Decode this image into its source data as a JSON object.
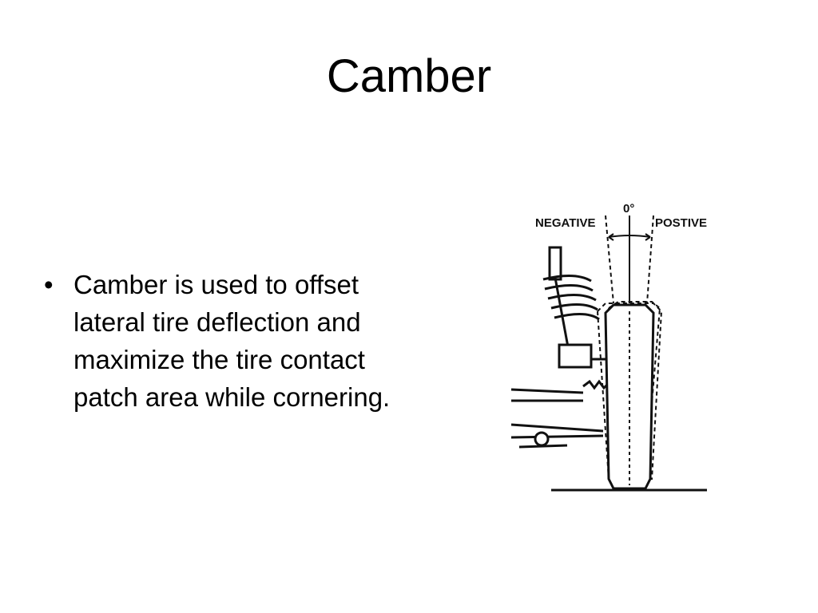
{
  "slide": {
    "title": "Camber",
    "bullets": [
      {
        "marker": "•",
        "lines": [
          "Camber is used to offset",
          "lateral tire deflection and",
          "maximize the tire contact",
          "patch area while cornering."
        ]
      }
    ]
  },
  "figure": {
    "label_negative": "NEGATIVE",
    "label_positive": "POSTIVE",
    "label_zero": "0°"
  }
}
